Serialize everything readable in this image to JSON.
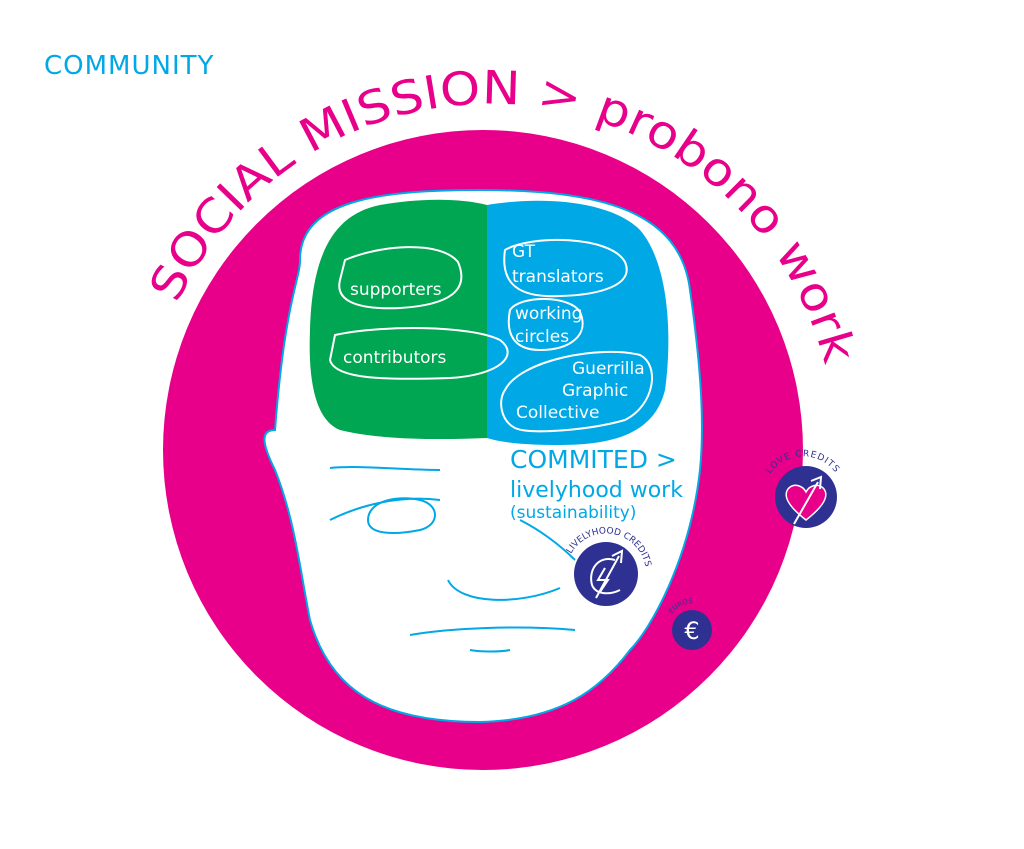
{
  "header": {
    "label": "COMMUNITY"
  },
  "title": {
    "arc_text": "SOCIAL MISSION > probono work"
  },
  "brain": {
    "left": [
      "supporters",
      "contributors"
    ],
    "right": {
      "gt": [
        "GT",
        "translators"
      ],
      "working": [
        "working",
        "circles"
      ],
      "ggc": [
        "Guerrilla",
        "Graphic",
        "Collective"
      ]
    }
  },
  "committed": {
    "line1": "COMMITED >",
    "line2": "livelyhood work",
    "line3": "(sustainability)"
  },
  "badges": {
    "love": "LOVE CREDITS",
    "livelyhood": "LIVELYHOOD CREDITS",
    "euros": "EUROS",
    "euro_symbol": "€"
  },
  "colors": {
    "pink": "#e8008a",
    "cyan": "#00a8e6",
    "green": "#00a651",
    "navy": "#2e3192"
  }
}
